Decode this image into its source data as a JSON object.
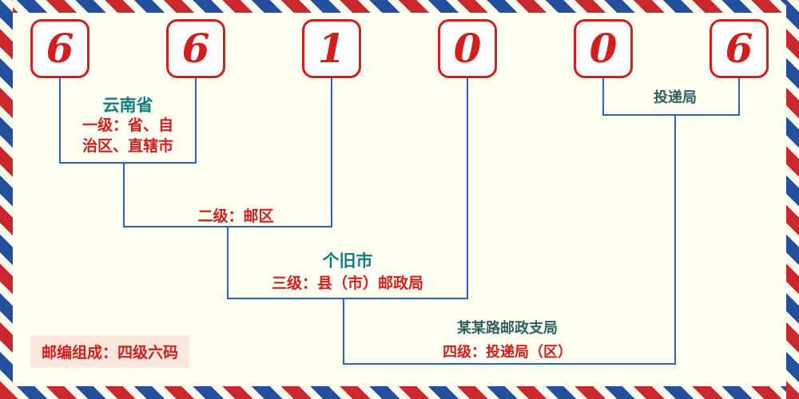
{
  "postal_code": {
    "digits": [
      "6",
      "6",
      "1",
      "0",
      "0",
      "6"
    ]
  },
  "labels": {
    "province": "云南省",
    "level1": "一级：省、自\n治区、直辖市",
    "level2": "二级：邮区",
    "city": "个旧市",
    "level3": "三级：县（市）邮政局",
    "branch": "某某路邮政支局",
    "level4": "四级：投递局（区）",
    "delivery_office": "投递局",
    "footer": "邮编组成：四级六码"
  },
  "colors": {
    "red": "#d41d1d",
    "teal": "#0d7e7e",
    "dark-teal": "#2f5f5f",
    "line-blue": "#2b62c9",
    "bg": "#fffff2",
    "footer-bg": "#fbe7de",
    "stripe-red": "#c9282d",
    "stripe-blue": "#234f9d"
  }
}
